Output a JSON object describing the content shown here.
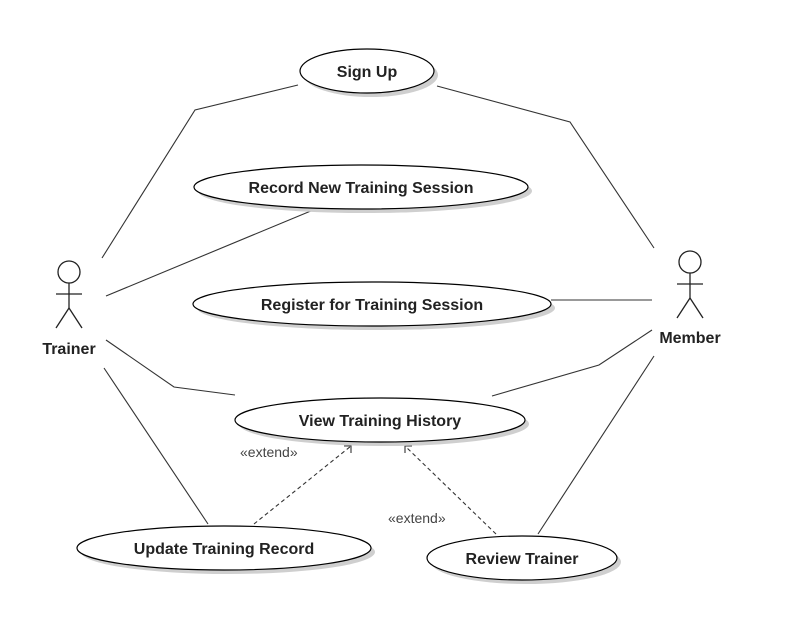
{
  "actors": {
    "trainer": {
      "label": "Trainer"
    },
    "member": {
      "label": "Member"
    }
  },
  "use_cases": {
    "sign_up": {
      "label": "Sign Up"
    },
    "record_new_training_session": {
      "label": "Record New Training Session"
    },
    "register_for_training_session": {
      "label": "Register for Training Session"
    },
    "view_training_history": {
      "label": "View Training History"
    },
    "update_training_record": {
      "label": "Update Training Record"
    },
    "review_trainer": {
      "label": "Review Trainer"
    }
  },
  "relationships": {
    "extend_update": {
      "label": "«extend»"
    },
    "extend_review": {
      "label": "«extend»"
    }
  }
}
